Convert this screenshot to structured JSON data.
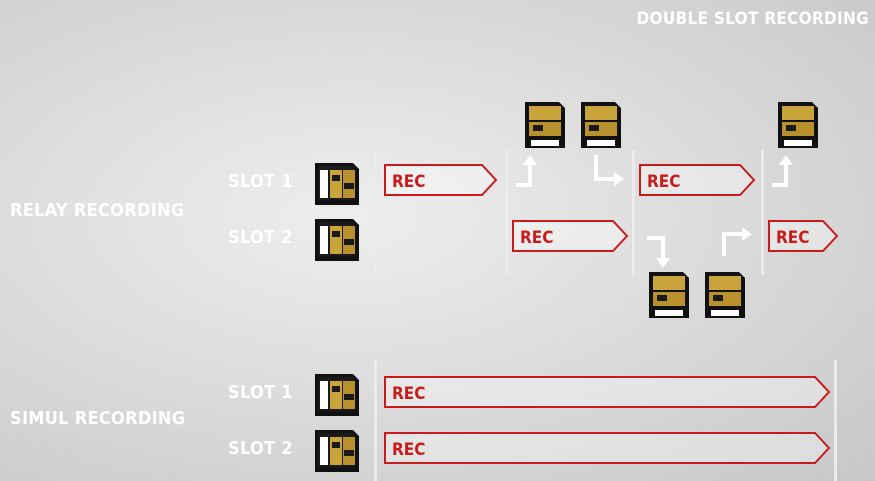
{
  "title": "DOUBLE SLOT RECORDING",
  "colors": {
    "accent": "#c81c1c",
    "text": "#ffffff",
    "card_gold": "#c9a43a",
    "card_black": "#111111"
  },
  "relay": {
    "label": "RELAY RECORDING",
    "slot1": "SLOT 1",
    "slot2": "SLOT 2",
    "rec": [
      "REC",
      "REC",
      "REC",
      "REC"
    ]
  },
  "simul": {
    "label": "SIMUL RECORDING",
    "slot1": "SLOT 1",
    "slot2": "SLOT 2",
    "rec": [
      "REC",
      "REC"
    ]
  },
  "icons": [
    "sd-card-icon",
    "arrow-up-right-icon",
    "arrow-down-right-icon"
  ]
}
